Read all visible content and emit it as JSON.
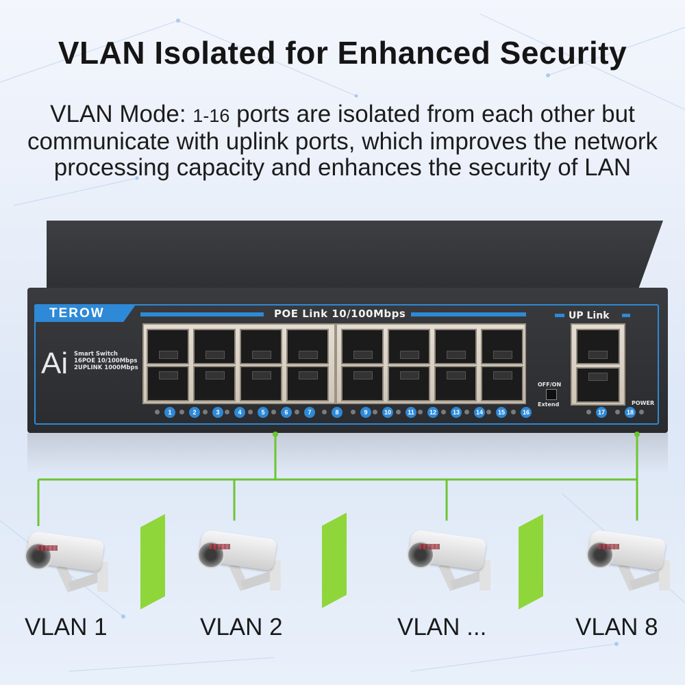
{
  "title": "VLAN Isolated for Enhanced Security",
  "description": {
    "part1": "VLAN Mode:",
    "range": "1-16",
    "part2": " ports are isolated from each other but",
    "line2": "communicate with uplink ports, which improves the network",
    "line3": "processing capacity and enhances the security of LAN"
  },
  "switch": {
    "brand": "TEROW",
    "ai_logo": "Ai",
    "model_line1": "Smart Switch",
    "model_line2": "16POE 10/100Mbps",
    "model_line3": "2UPLINK 1000Mbps",
    "poe_label": "POE Link 10/100Mbps",
    "uplink_label": "UP Link",
    "offon_label": "OFF/ON",
    "extend_label": "Extend",
    "power_label": "POWER",
    "port_numbers": [
      "1",
      "2",
      "3",
      "4",
      "5",
      "6",
      "7",
      "8",
      "9",
      "10",
      "11",
      "12",
      "13",
      "14",
      "15",
      "16",
      "17",
      "18"
    ]
  },
  "vlans": [
    {
      "label": "VLAN 1"
    },
    {
      "label": "VLAN 2"
    },
    {
      "label": "VLAN ..."
    },
    {
      "label": "VLAN 8"
    }
  ],
  "colors": {
    "accent_blue": "#2e89d6",
    "link_green": "#8fd63b",
    "wire_green": "#6cc531"
  }
}
